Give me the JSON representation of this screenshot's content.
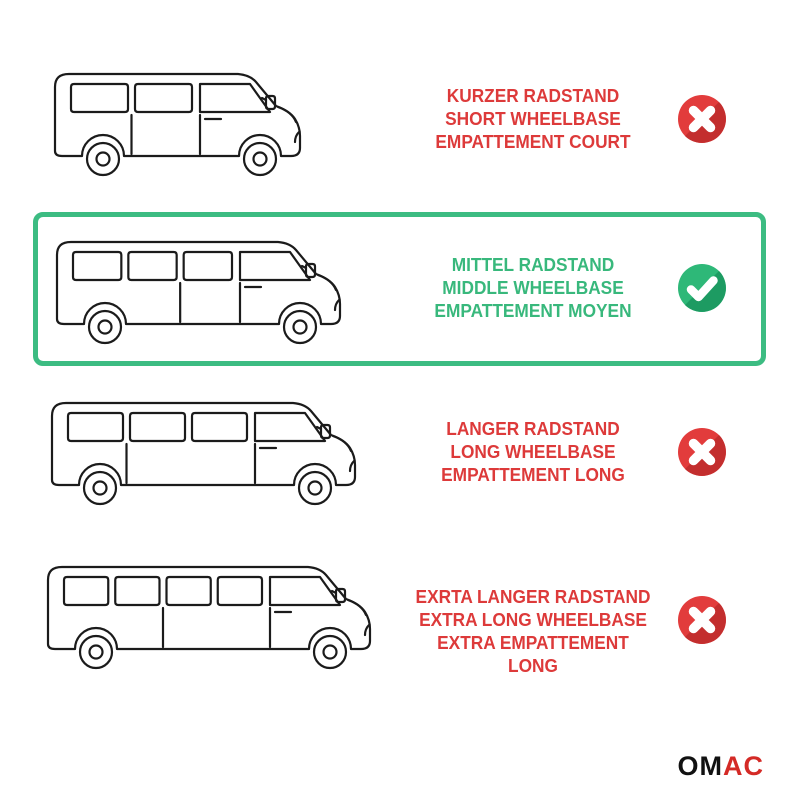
{
  "page": {
    "background": "#ffffff",
    "description": "Van wheelbase size compatibility chart"
  },
  "colors": {
    "background": "#ffffff",
    "line": "#1b1b1b",
    "text_red": "#dd3a3a",
    "text_green": "#38b87c",
    "highlight_border": "#3cbc82",
    "icon_red": "#e23c3c",
    "icon_red_shadow": "#c32e2e",
    "icon_green": "#2eb878",
    "icon_green_shadow": "#1d9b62",
    "logo_black": "#111111",
    "logo_red": "#d42a26"
  },
  "rows": [
    {
      "variant": "short-wheelbase",
      "labels": [
        "KURZER RADSTAND",
        "SHORT WHEELBASE",
        "EMPATTEMENT COURT"
      ],
      "status": "not-compatible",
      "highlighted": false
    },
    {
      "variant": "middle-wheelbase",
      "labels": [
        "MITTEL RADSTAND",
        "MIDDLE WHEELBASE",
        "EMPATTEMENT MOYEN"
      ],
      "status": "compatible",
      "highlighted": true
    },
    {
      "variant": "long-wheelbase",
      "labels": [
        "LANGER RADSTAND",
        "LONG WHEELBASE",
        "EMPATTEMENT LONG"
      ],
      "status": "not-compatible",
      "highlighted": false
    },
    {
      "variant": "extra-long-wheelbase",
      "labels": [
        "EXRTA LANGER RADSTAND",
        "EXTRA LONG WHEELBASE",
        "EXTRA EMPATTEMENT LONG"
      ],
      "status": "not-compatible",
      "highlighted": false
    }
  ],
  "icons": {
    "compatible": "check-icon",
    "not_compatible": "x-icon"
  },
  "logo": {
    "om": "OM",
    "ac": "AC"
  }
}
